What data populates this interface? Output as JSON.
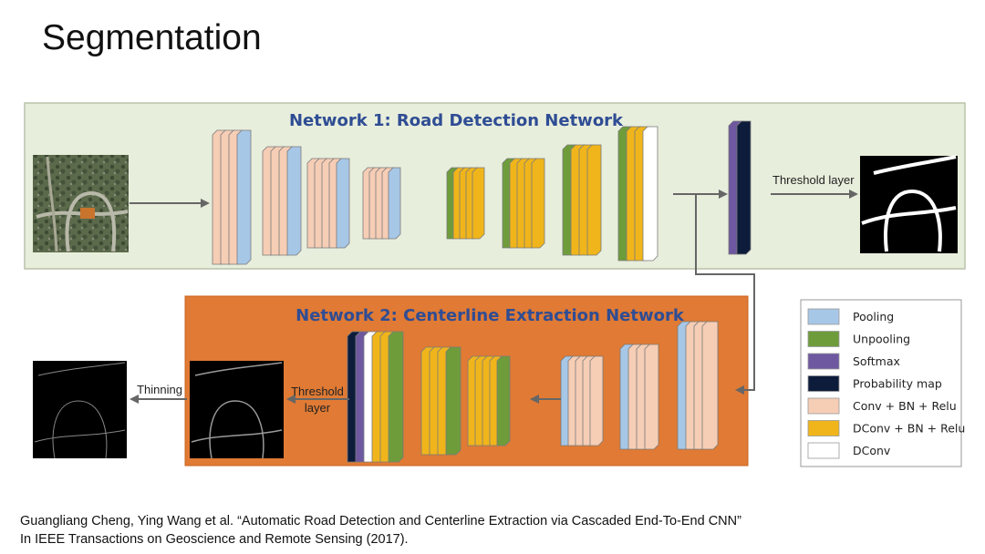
{
  "slide_title": "Segmentation",
  "network1": {
    "title": "Network 1: Road Detection Network"
  },
  "network2": {
    "title": "Network 2: Centerline Extraction Network"
  },
  "labels": {
    "threshold_top": "Threshold layer",
    "threshold_bottom_1": "Threshold",
    "threshold_bottom_2": "layer",
    "thinning": "Thinning"
  },
  "legend": {
    "items": [
      {
        "label": "Pooling",
        "color": "#a7c7e7"
      },
      {
        "label": "Unpooling",
        "color": "#6e9c3b"
      },
      {
        "label": "Softmax",
        "color": "#6e58a0"
      },
      {
        "label": "Probability map",
        "color": "#0e1c3c"
      },
      {
        "label": "Conv + BN + Relu",
        "color": "#f6cdb5"
      },
      {
        "label": "DConv + BN + Relu",
        "color": "#f0b51b"
      },
      {
        "label": "DConv",
        "color": "#ffffff"
      }
    ]
  },
  "citation": {
    "line1": "Guangliang Cheng, Ying Wang et al. “Automatic Road Detection and Centerline Extraction via Cascaded End-To-End CNN”",
    "line2": "In IEEE Transactions on Geoscience and Remote Sensing (2017)."
  }
}
